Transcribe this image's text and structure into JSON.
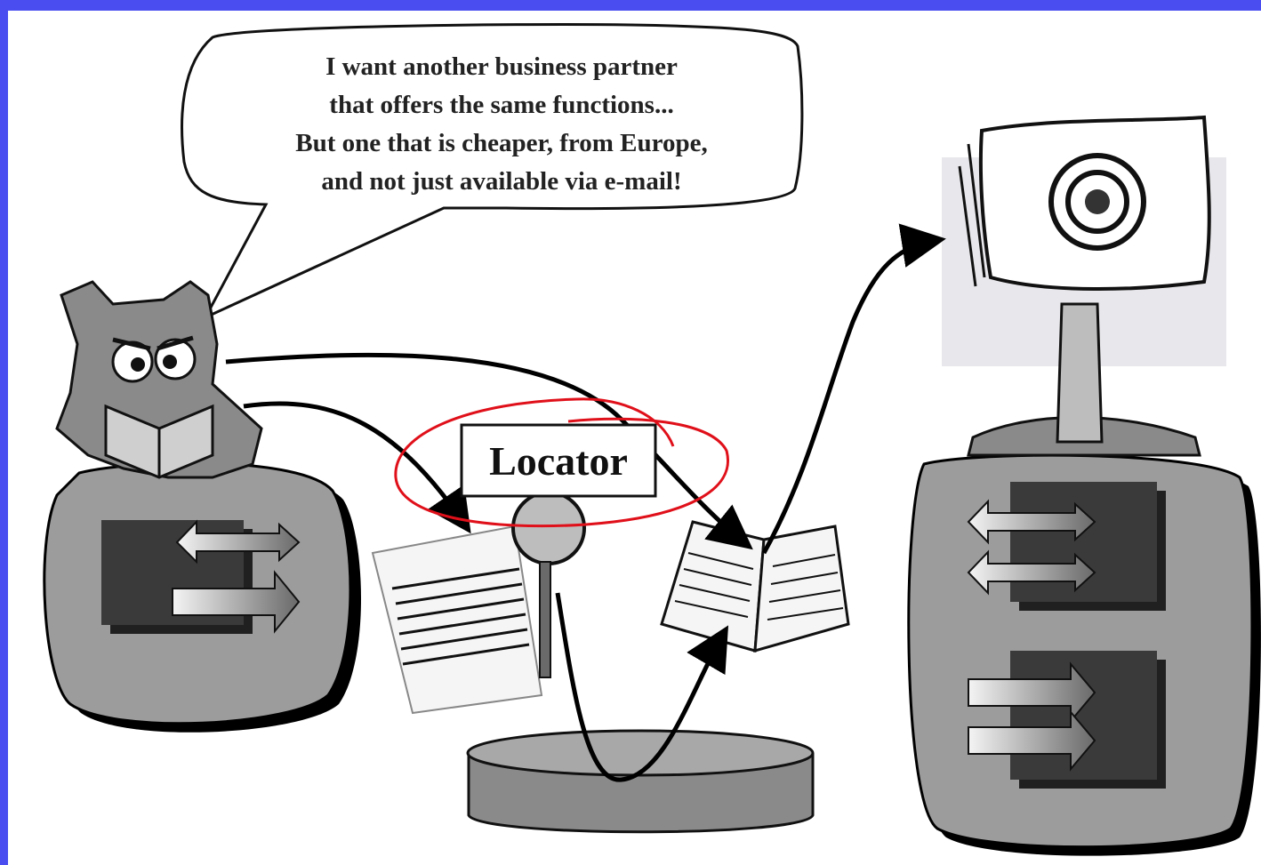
{
  "speech_bubble": {
    "lines": [
      "I want another business partner",
      "that offers the same functions...",
      "But one that is cheaper, from Europe,",
      "and not just available via e-mail!"
    ]
  },
  "locator": {
    "label": "Locator",
    "highlight_color": "#e0101a"
  },
  "colors": {
    "frame": "#4a4ef0",
    "node_fill": "#9c9c9c",
    "dark_block": "#3a3a3a"
  },
  "icons": [
    "owl-reading-icon",
    "magnifier-document-icon",
    "open-book-icon",
    "service-provider-icon",
    "exchange-arrows-icon",
    "database-icon"
  ]
}
